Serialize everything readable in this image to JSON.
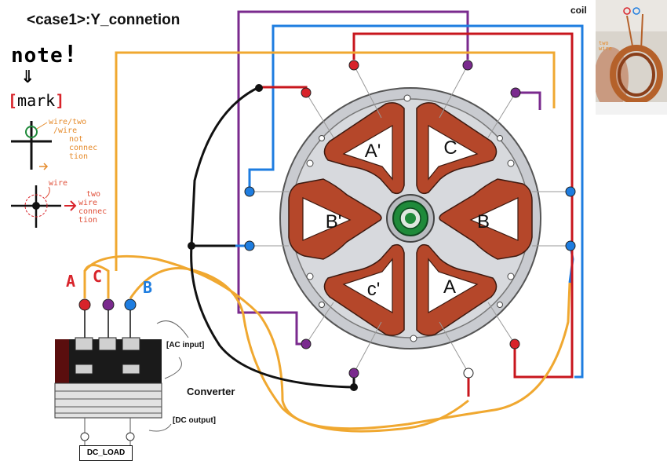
{
  "title": "<case1>:Y_connetion",
  "note": {
    "heading": "note",
    "arrow": "⇓",
    "mark_label": "mark",
    "legend_not_connected": [
      "wire/two",
      "/wire",
      "not",
      "connec",
      "tion"
    ],
    "legend_connected_wire": "wire",
    "legend_connected_text": [
      "two",
      "wire",
      "connec",
      "tion"
    ]
  },
  "coil": {
    "label": "coil",
    "photo_note": [
      "two",
      "wire"
    ]
  },
  "phase_labels": {
    "a": "A",
    "c": "C",
    "b": "B"
  },
  "terminal_colors": {
    "a": "#d8232a",
    "c": "#7a2a8e",
    "b": "#1e7de0"
  },
  "coil_labels": [
    "A'",
    "C",
    "B'",
    "B",
    "c'",
    "A"
  ],
  "converter": {
    "ac_input_label": "[AC input]",
    "label": "Converter",
    "dc_output_label": "[DC output]",
    "load_label": "DC_LOAD"
  },
  "colors": {
    "wire_red": "#c8161d",
    "wire_purple": "#7a2a8e",
    "wire_blue": "#1e7de0",
    "wire_orange": "#f0a830",
    "wire_black": "#111111",
    "coil_copper": "#b5472a",
    "stator_gray": "#c9cbd0",
    "hub_green": "#1f8a3a"
  }
}
